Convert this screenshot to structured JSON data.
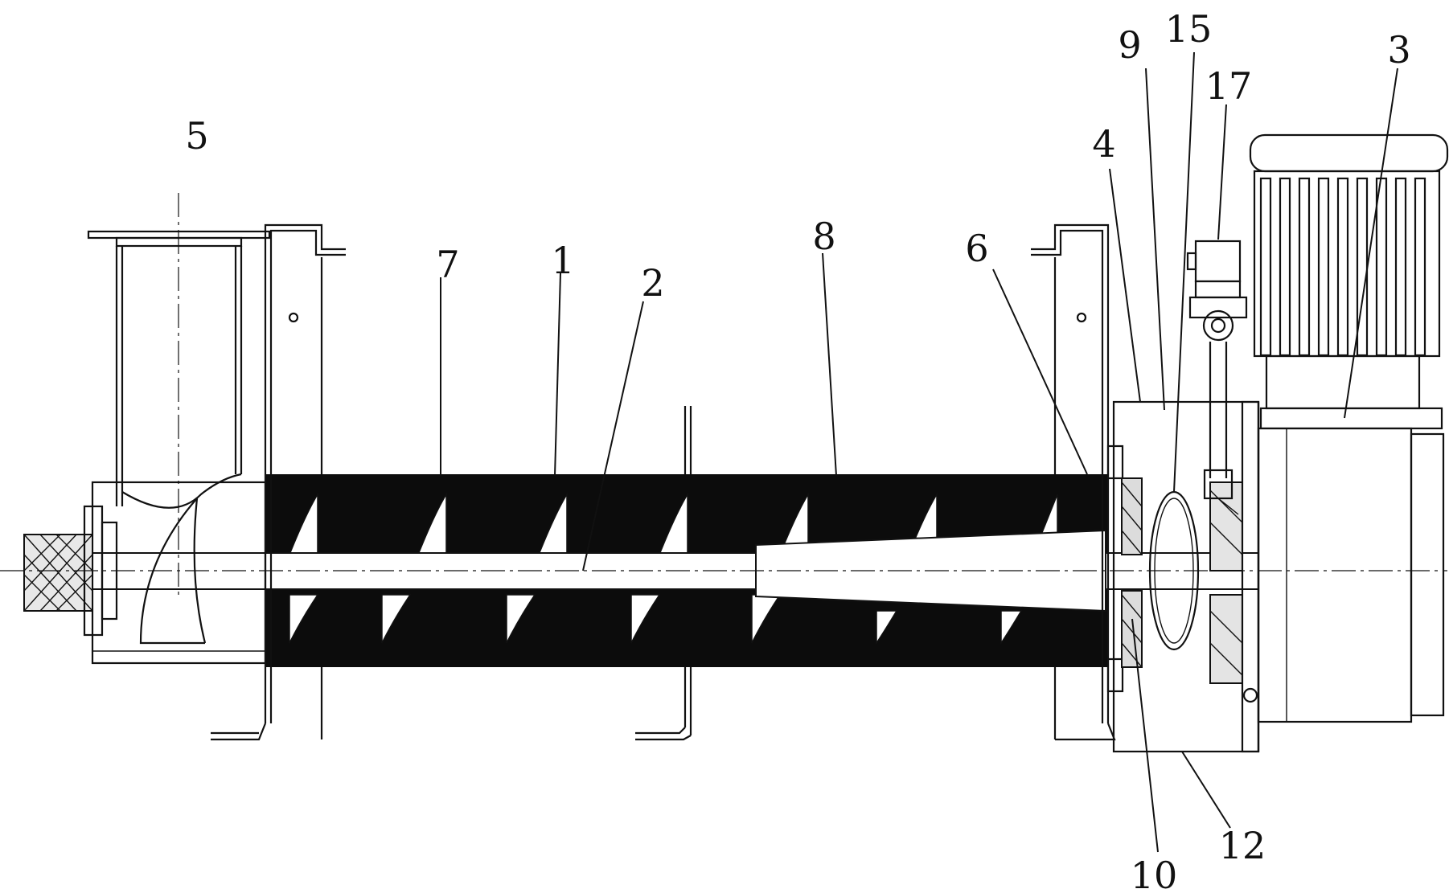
{
  "figure": {
    "callouts": [
      {
        "id": "c1",
        "text": "1"
      },
      {
        "id": "c2",
        "text": "2"
      },
      {
        "id": "c3",
        "text": "3"
      },
      {
        "id": "c4",
        "text": "4"
      },
      {
        "id": "c5",
        "text": "5"
      },
      {
        "id": "c6",
        "text": "6"
      },
      {
        "id": "c7",
        "text": "7"
      },
      {
        "id": "c8",
        "text": "8"
      },
      {
        "id": "c9",
        "text": "9"
      },
      {
        "id": "c10",
        "text": "10"
      },
      {
        "id": "c12",
        "text": "12"
      },
      {
        "id": "c15",
        "text": "15"
      },
      {
        "id": "c17",
        "text": "17"
      }
    ]
  }
}
